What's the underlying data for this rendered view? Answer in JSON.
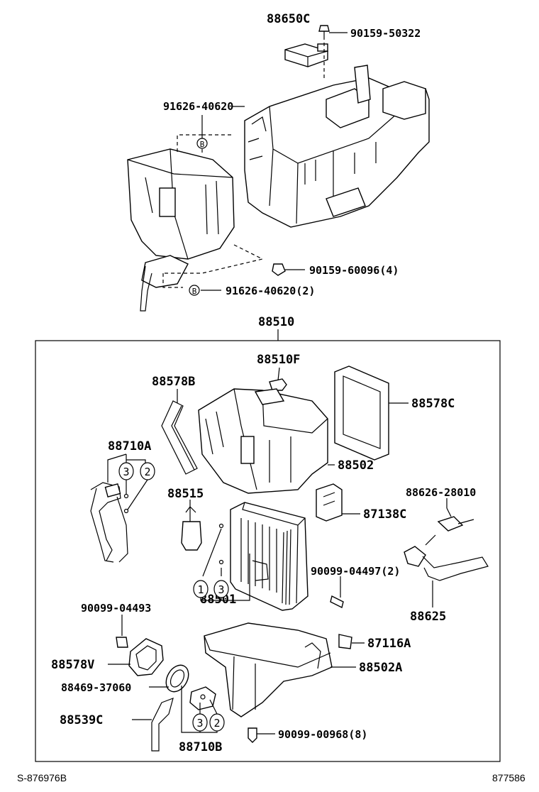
{
  "labels": {
    "p88650C": "88650C",
    "p90159_50322": "90159-50322",
    "p91626_40620": "91626-40620",
    "p90159_60096": "90159-60096(4)",
    "p91626_40620_2": "91626-40620(2)",
    "p88510": "88510",
    "p88510F": "88510F",
    "p88578B": "88578B",
    "p88578C": "88578C",
    "p88710A": "88710A",
    "p88502": "88502",
    "p88515": "88515",
    "p87138C": "87138C",
    "p88626_28010": "88626-28010",
    "p90099_04497": "90099-04497(2)",
    "p88501": "88501",
    "p88625": "88625",
    "p90099_04493": "90099-04493",
    "p87116A": "87116A",
    "p88578V": "88578V",
    "p88502A": "88502A",
    "p88469_37060": "88469-37060",
    "p88539C": "88539C",
    "p90099_00968": "90099-00968(8)",
    "p88710B": "88710B"
  },
  "callouts": {
    "b": "B",
    "n1": "1",
    "n2": "2",
    "n3": "3"
  },
  "footer": {
    "left": "S-876976B",
    "right": "877586"
  }
}
